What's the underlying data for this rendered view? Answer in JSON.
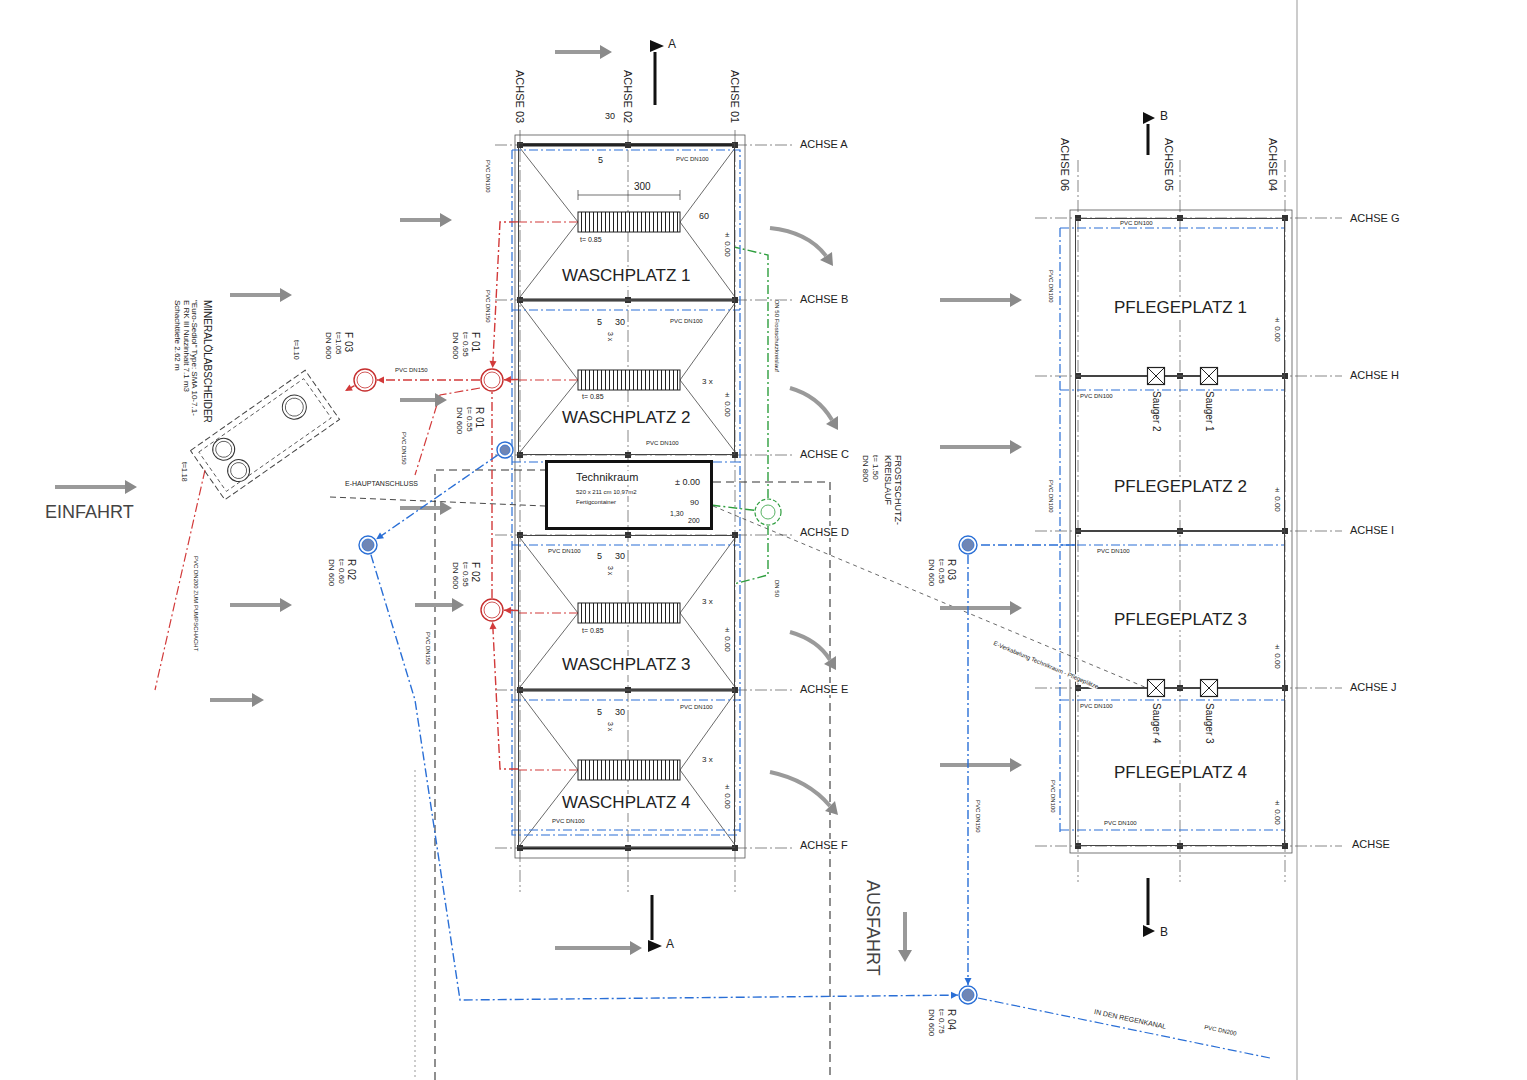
{
  "diagram": {
    "nodes": [
      {
        "text": [
          "WASCHPLATZ 1"
        ]
      },
      {
        "text": [
          "WASCHPLATZ 2"
        ]
      },
      {
        "text": [
          "Technikraum",
          "520 x 211 cm 10,97m2",
          "Fertigcontainer"
        ]
      },
      {
        "text": [
          "WASCHPLATZ 3"
        ]
      },
      {
        "text": [
          "WASCHPLATZ 4"
        ]
      },
      {
        "text": [
          "PFLEGEPLATZ 1"
        ]
      },
      {
        "text": [
          "PFLEGEPLATZ 2"
        ]
      },
      {
        "text": [
          "PFLEGEPLATZ 3"
        ]
      },
      {
        "text": [
          "PFLEGEPLATZ 4"
        ]
      },
      {
        "text": [
          "Sauger 1"
        ]
      },
      {
        "text": [
          "Sauger 2"
        ]
      },
      {
        "text": [
          "Sauger 3"
        ]
      },
      {
        "text": [
          "Sauger 4"
        ]
      },
      {
        "text": [
          "F 03",
          "t=1.05",
          "DN 600"
        ]
      },
      {
        "text": [
          "F 01",
          "t= 0.95",
          "DN 600"
        ]
      },
      {
        "text": [
          "R 01",
          "t= 0.55",
          "DN 600"
        ]
      },
      {
        "text": [
          "F 02",
          "t= 0.95",
          "DN 600"
        ]
      },
      {
        "text": [
          "R 02",
          "t= 0.60",
          "DN 600"
        ]
      },
      {
        "text": [
          "R 03",
          "t= 0.55",
          "DN 600"
        ]
      },
      {
        "text": [
          "R 04",
          "t= 0.75",
          "DN 600"
        ]
      },
      {
        "text": [
          "FROSTSCHUTZ- KREISLAUF",
          "t= 1.50",
          "DN 800"
        ]
      },
      {
        "text": [
          "MINERALÖLABSCHEIDER",
          "\"Euro-Sediol\" Type: SMA 10-7.1-E RK III Nutzinhalt 7.1 m3 Schachttiefe 2.62 m"
        ]
      }
    ],
    "edges": [
      {
        "from": 0,
        "to": 14,
        "arrow": "to"
      },
      {
        "from": 1,
        "to": 14,
        "arrow": "to"
      },
      {
        "from": 3,
        "to": 16,
        "arrow": "to"
      },
      {
        "from": 4,
        "to": 16,
        "arrow": "to"
      },
      {
        "from": 16,
        "to": 14,
        "arrow": "none"
      },
      {
        "from": 14,
        "to": 13,
        "label": "PVC DN150",
        "arrow": "to"
      },
      {
        "from": 13,
        "to": 21,
        "arrow": "to"
      },
      {
        "from": 15,
        "to": 17,
        "arrow": "to"
      },
      {
        "from": 17,
        "to": 19,
        "label": "PVC DN150",
        "arrow": "to"
      },
      {
        "from": 18,
        "to": 19,
        "label": "PVC DN150",
        "arrow": "to"
      },
      {
        "from": 7,
        "to": 18,
        "arrow": "none"
      },
      {
        "from": 20,
        "to": 0,
        "label": "DN 50 Frostschutzkreislauf",
        "arrow": "none"
      },
      {
        "from": 20,
        "to": 3,
        "label": "DN 50",
        "arrow": "none"
      },
      {
        "from": 20,
        "to": 2,
        "arrow": "none"
      }
    ],
    "labels": [
      "A",
      "B",
      "A",
      "B",
      "ACHSE 03",
      "ACHSE 02",
      "ACHSE 01",
      "ACHSE A",
      "ACHSE B",
      "ACHSE C",
      "ACHSE D",
      "ACHSE E",
      "ACHSE F",
      "ACHSE 06",
      "ACHSE 05",
      "ACHSE 04",
      "ACHSE G",
      "ACHSE H",
      "ACHSE I",
      "ACHSE J",
      "ACHSE",
      "30",
      "300",
      "60",
      "5",
      "t= 0.85",
      "± 0.00",
      "PVC DN100",
      "5",
      "30",
      "3 x",
      "3 x",
      "t= 0.85",
      "± 0.00",
      "PVC DN100",
      "PVC DN100",
      "± 0.00",
      "90",
      "1,30",
      "200",
      "PVC DN100",
      "5",
      "30",
      "3 x",
      "3 x",
      "t= 0.85",
      "± 0.00",
      "PVC DN100",
      "5",
      "30",
      "3 x",
      "3 x",
      "± 0.00",
      "PVC DN100",
      "PVC DN100",
      "PVC DN150",
      "t=1.10",
      "t=1.18",
      "PVC DN150",
      "E-HAUPTANSCHLUSS",
      "PVC DN200 ZUM PUMPSCHACHT",
      "EINFAHRT",
      "AUSFAHRT",
      "E-Verkabelung Technikraum - Pflegeplätze",
      "IN DEN REGENKANAL",
      "PVC DN200",
      "PVC DN100",
      "PVC DN100",
      "PVC DN100",
      "PVC DN100",
      "PVC DN100",
      "PVC DN100",
      "PVC DN100",
      "PVC DN100",
      "± 0.00",
      "± 0.00",
      "± 0.00",
      "± 0.00"
    ]
  }
}
